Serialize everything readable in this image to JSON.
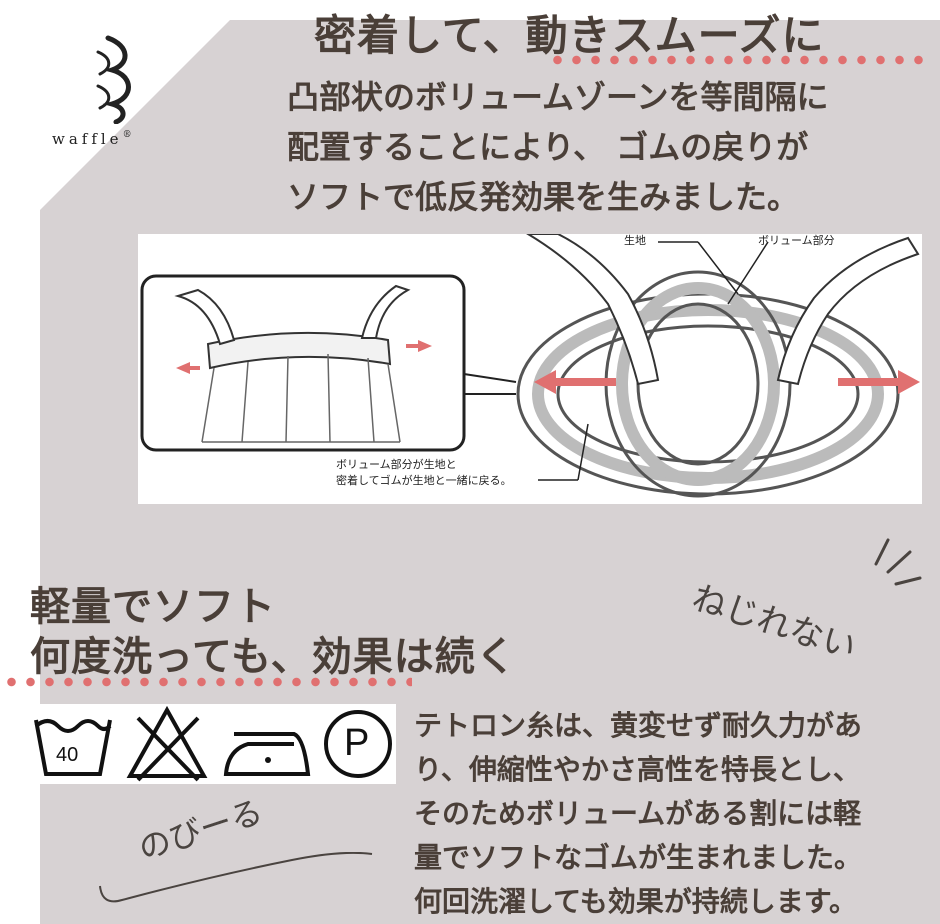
{
  "brand": {
    "name": "waffle",
    "mark": "®"
  },
  "section1": {
    "title": "密着して、動きスムーズに",
    "body_lines": [
      "凸部状のボリュームゾーンを等間隔に",
      "配置することにより、 ゴムの戻りが",
      "ソフトで低反発効果を生みました。"
    ]
  },
  "diagram": {
    "label_fabric": "生地",
    "label_volume": "ボリューム部分",
    "caption_lines": [
      "ボリューム部分が生地と",
      "密着してゴムが生地と一緒に戻る。"
    ]
  },
  "section2": {
    "title_lines": [
      "軽量でソフト",
      "何度洗っても、効果は続く"
    ],
    "body_lines": [
      "テトロン糸は、黄変せず耐久力があ",
      "り、伸縮性やかさ高性を特長とし、",
      "そのためボリュームがある割には軽",
      "量でソフトなゴムが生まれました。",
      "何回洗濯しても効果が持続します。"
    ]
  },
  "care": {
    "wash_temp": "40",
    "dry_clean": "P"
  },
  "handwriting": {
    "twist": "ねじれない",
    "stretch": "のびーる"
  },
  "colors": {
    "background": "#d7d2d3",
    "text": "#4a3f38",
    "dots": "#e07070",
    "white": "#ffffff"
  }
}
